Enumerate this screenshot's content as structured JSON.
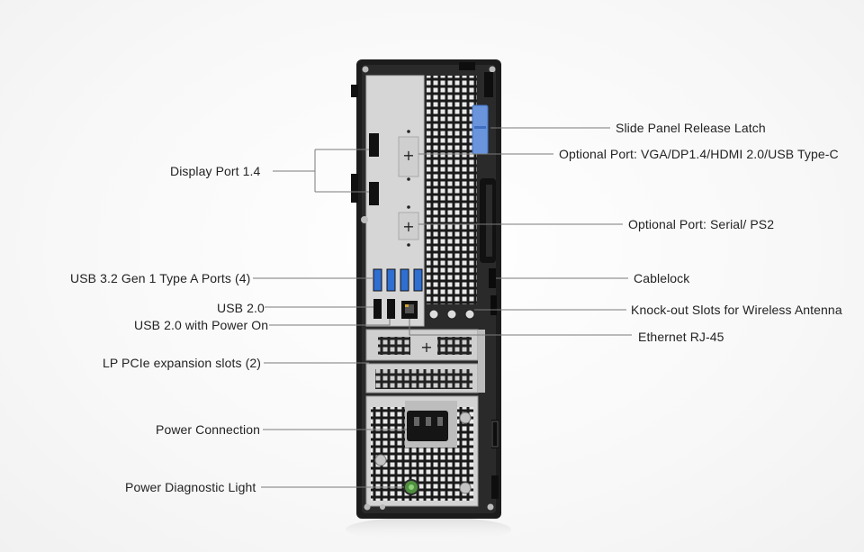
{
  "callouts": {
    "display_port": "Display Port 1.4",
    "usb32": "USB 3.2 Gen 1 Type A Ports (4)",
    "usb20": "USB 2.0",
    "usb20_power_on": "USB 2.0 with Power On",
    "pcie": "LP PCIe expansion slots (2)",
    "power_connection": "Power Connection",
    "power_diag": "Power Diagnostic Light",
    "slide_latch": "Slide Panel Release Latch",
    "optional_vga": "Optional Port: VGA/DP1.4/HDMI 2.0/USB Type-C",
    "optional_serial": "Optional Port: Serial/ PS2",
    "cablelock": "Cablelock",
    "knockout": "Knock-out Slots for Wireless Antenna",
    "ethernet": "Ethernet RJ-45"
  },
  "colors": {
    "chassis": "#1c1c1c",
    "io_panel": "#d9d9d9",
    "usb_blue": "#2f6fd1",
    "latch_blue": "#6a95dd",
    "diag_light": "#4f8f3f",
    "leader_line": "#7a7a7a"
  }
}
